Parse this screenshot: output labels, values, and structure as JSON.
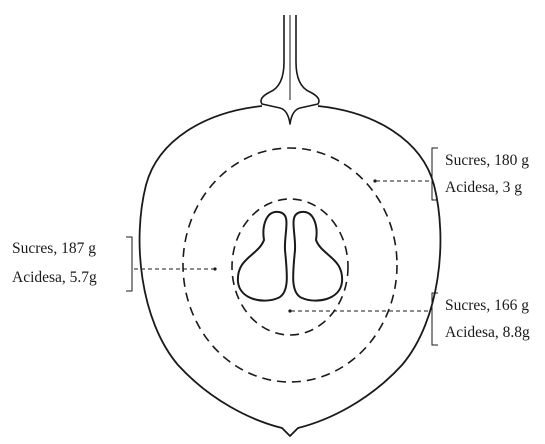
{
  "zones": [
    {
      "id": "outer",
      "sucres": "Sucres, 180 g",
      "acidesa": "Acidesa, 3 g"
    },
    {
      "id": "middle",
      "sucres": "Sucres, 187 g",
      "acidesa": "Acidesa, 5.7g"
    },
    {
      "id": "inner",
      "sucres": "Sucres, 166 g",
      "acidesa": "Acidesa, 8.8g"
    }
  ]
}
